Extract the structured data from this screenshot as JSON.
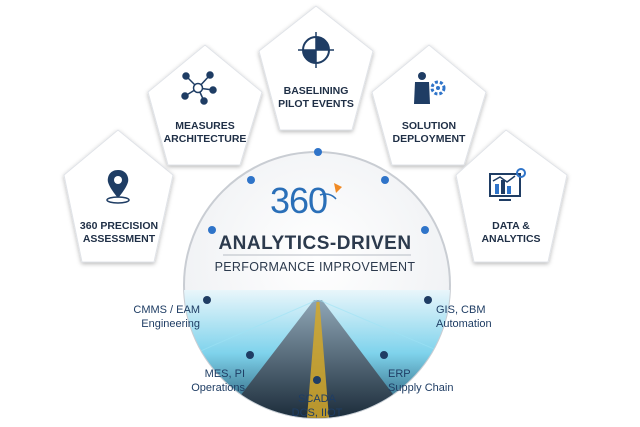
{
  "logo": {
    "text": "360"
  },
  "center": {
    "title": "ANALYTICS-DRIVEN",
    "subtitle": "PERFORMANCE IMPROVEMENT"
  },
  "pentagons": [
    {
      "line1": "360 PRECISION",
      "line2": "ASSESSMENT",
      "icon": "location-pin-icon"
    },
    {
      "line1": "MEASURES",
      "line2": "ARCHITECTURE",
      "icon": "network-nodes-icon"
    },
    {
      "line1": "BASELINING",
      "line2": "PILOT EVENTS",
      "icon": "crosshair-target-icon"
    },
    {
      "line1": "SOLUTION",
      "line2": "DEPLOYMENT",
      "icon": "person-gear-icon"
    },
    {
      "line1": "DATA &",
      "line2": "ANALYTICS",
      "icon": "chart-monitor-icon"
    }
  ],
  "systems": [
    {
      "line1": "CMMS / EAM",
      "line2": "Engineering"
    },
    {
      "line1": "MES, PI",
      "line2": "Operations"
    },
    {
      "line1": "SCADA",
      "line2": "DCS, IIOT"
    },
    {
      "line1": "ERP",
      "line2": "Supply Chain"
    },
    {
      "line1": "GIS, CBM",
      "line2": "Automation"
    }
  ],
  "colors": {
    "accent": "#1f3d64",
    "logo_blue": "#2a6fb8",
    "logo_orange": "#f08a24",
    "dot_top": "#2f74c9",
    "dot_bottom": "#1f3d64"
  }
}
